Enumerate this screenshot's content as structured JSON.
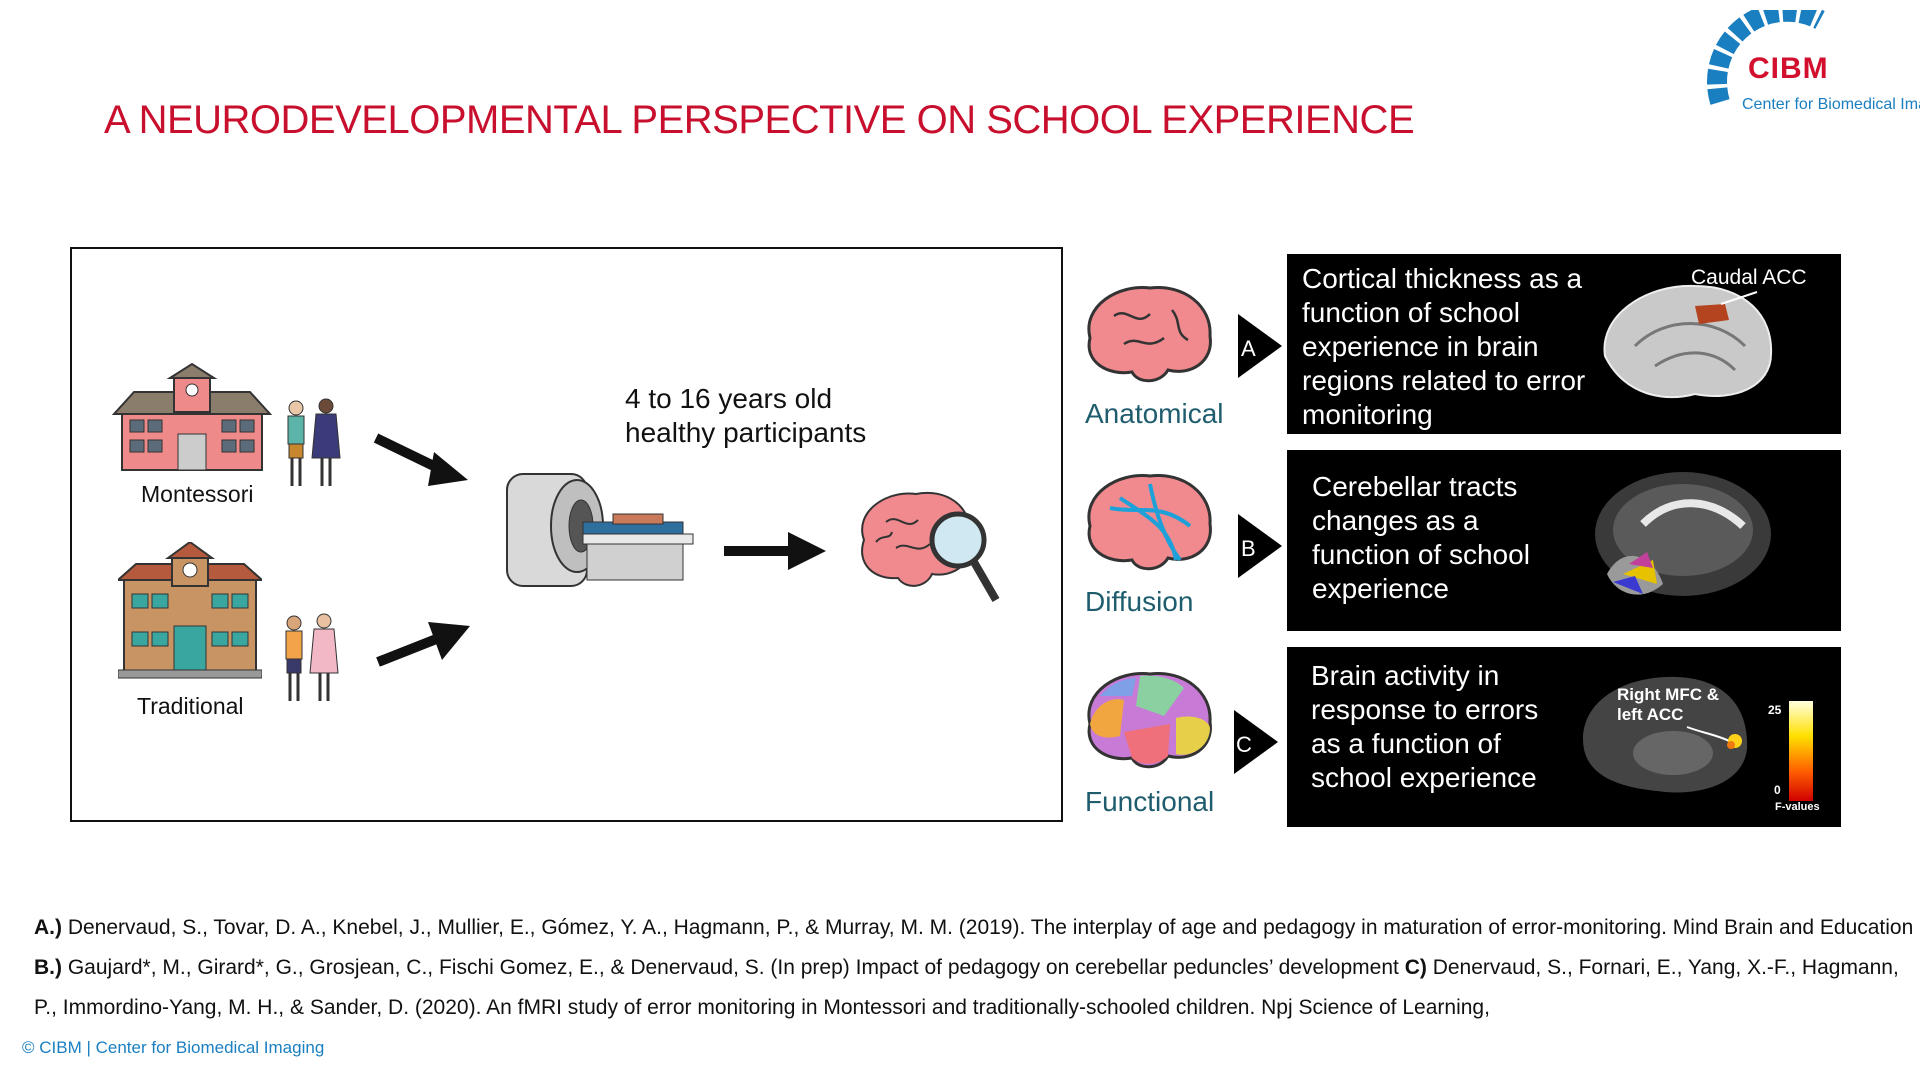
{
  "title": "A NEURODEVELOPMENTAL PERSPECTIVE ON SCHOOL EXPERIENCE",
  "logo": {
    "word": "CIBM",
    "tagline": "Center for Biomedical Imaging"
  },
  "study": {
    "school_a": "Montessori",
    "school_b": "Traditional",
    "participants_line1": "4 to 16 years old",
    "participants_line2": "healthy participants"
  },
  "modalities": [
    {
      "name": "Anatomical",
      "letter": "A"
    },
    {
      "name": "Diffusion",
      "letter": "B"
    },
    {
      "name": "Functional",
      "letter": "C"
    }
  ],
  "panels": {
    "a_text": "Cortical thickness as a function of school experience in brain regions related to error monitoring",
    "a_label": "Caudal ACC",
    "b_text": "Cerebellar tracts changes as a function of school experience",
    "c_text": "Brain activity in response to errors as a function of school experience",
    "c_label": "Right MFC & left ACC",
    "c_scale_max": "25",
    "c_scale_min": "0",
    "c_scale_label": "F-values"
  },
  "references": {
    "a_tag": "A.)",
    "a_text": " Denervaud, S., Tovar, D. A., Knebel, J., Mullier, E., Gómez, Y. A., Hagmann, P., & Murray, M. M. (2019). The interplay of age and pedagogy in maturation of error-monitoring. Mind Brain and Education ",
    "b_tag": "B.)",
    "b_text": " Gaujard*, M., Girard*, G., Grosjean, C., Fischi Gomez, E., & Denervaud, S. (In prep) Impact of pedagogy on cerebellar peduncles’ development ",
    "c_tag": "C)",
    "c_text": " Denervaud, S., Fornari, E., Yang, X.-F., Hagmann, P., Immordino-Yang, M. H., & Sander, D. (2020). An fMRI study of error monitoring in Montessori and traditionally-schooled children. Npj Science of Learning,"
  },
  "footer": "© CIBM | Center for Biomedical Imaging",
  "colors": {
    "title": "#c8102e",
    "brain": "#f08a8f",
    "modality": "#1f5d6e",
    "logo_blue": "#1a7fc1"
  }
}
